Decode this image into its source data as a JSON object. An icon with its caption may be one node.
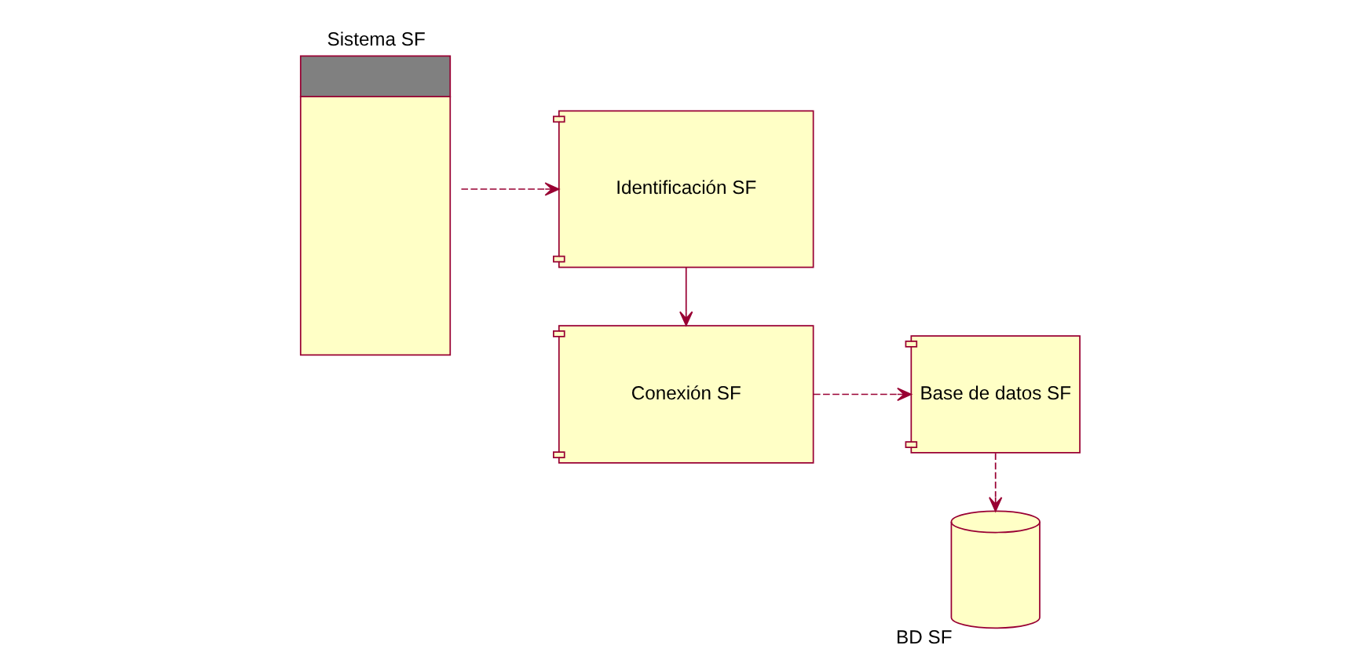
{
  "diagram": {
    "nodes": [
      {
        "text": [
          "Sistema SF"
        ]
      },
      {
        "text": [
          "Conexión SF"
        ]
      },
      {
        "text": [
          "Base de datos SF"
        ]
      },
      {
        "text": [
          "Identificación SF"
        ]
      },
      {
        "text": [
          "BD SF"
        ]
      }
    ],
    "edges": [
      {
        "from": 0,
        "to": 3,
        "arrow": "to",
        "style": "dashed"
      },
      {
        "from": 3,
        "to": 1,
        "arrow": "to"
      },
      {
        "from": 1,
        "to": 2,
        "arrow": "to",
        "style": "dashed"
      },
      {
        "from": 2,
        "to": 4,
        "arrow": "to",
        "style": "dashed"
      }
    ]
  }
}
